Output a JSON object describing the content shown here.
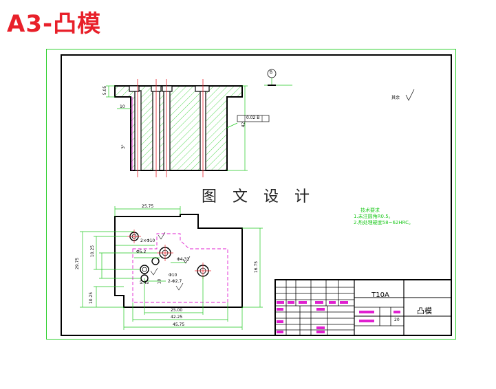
{
  "title": "A3-凸模",
  "watermark": "图 文 设 计",
  "title_block": {
    "material": "T10A",
    "part_name": "凸模",
    "scale": "20"
  },
  "tech_requirements": {
    "title": "技术要求",
    "items": [
      "1.未注圆角R0.5。",
      "2.热处理硬度58~62HRC。"
    ]
  },
  "annotations": {
    "datum": "B",
    "roughness_other": "其余",
    "tolerance_frame": "0.02 B",
    "front_dim_height": "42",
    "front_dim_flange": "5.05",
    "front_dim_step": "10",
    "front_dim_chamfer": "3°",
    "top_dim_width_upper": "25.75",
    "top_dim_width_total": "45.75",
    "top_dim_width_mid": "42.25",
    "top_dim_width_inner": "25.00",
    "top_dim_height_total": "29.75",
    "top_dim_height_right": "16.75",
    "top_dim_height_inner": "10.25",
    "top_dim_height_small": "10.25",
    "hole_1": "2×Φ10",
    "hole_2": "Φ5.2",
    "hole_3": "Φ4.31",
    "hole_4": "Φ10",
    "hole_5": "2-Φ2.7",
    "dim_a": "5.45",
    "dim_b": "10"
  }
}
